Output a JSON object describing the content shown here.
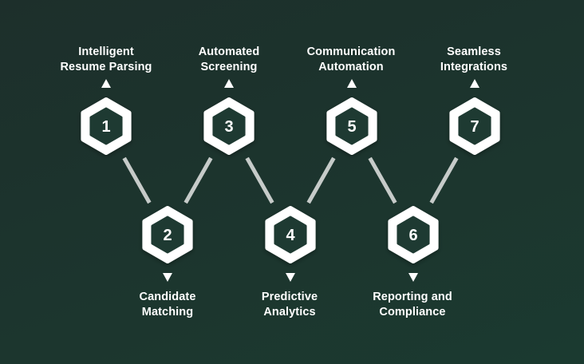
{
  "colors": {
    "background_top": "#1d2f2b",
    "background_bottom": "#1b3a30",
    "hexagon_outer": "#ffffff",
    "hexagon_inner": "#1e3a32",
    "connector": "#c6cbc9",
    "text": "#ffffff"
  },
  "steps": [
    {
      "number": "1",
      "label": "Intelligent\nResume Parsing",
      "row": "top",
      "arrow": "up-triangle-icon"
    },
    {
      "number": "2",
      "label": "Candidate\nMatching",
      "row": "bottom",
      "arrow": "down-triangle-icon"
    },
    {
      "number": "3",
      "label": "Automated\nScreening",
      "row": "top",
      "arrow": "up-triangle-icon"
    },
    {
      "number": "4",
      "label": "Predictive\nAnalytics",
      "row": "bottom",
      "arrow": "down-triangle-icon"
    },
    {
      "number": "5",
      "label": "Communication\nAutomation",
      "row": "top",
      "arrow": "up-triangle-icon"
    },
    {
      "number": "6",
      "label": "Reporting and\nCompliance",
      "row": "bottom",
      "arrow": "down-triangle-icon"
    },
    {
      "number": "7",
      "label": "Seamless\nIntegrations",
      "row": "top",
      "arrow": "up-triangle-icon"
    }
  ]
}
